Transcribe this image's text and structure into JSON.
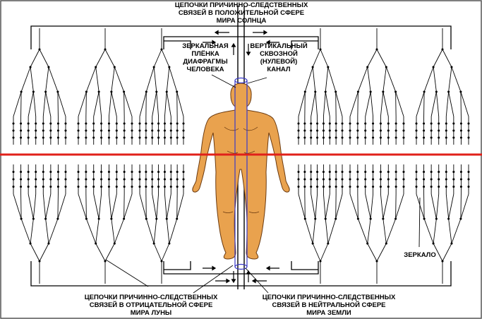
{
  "labels": {
    "sun_sphere": [
      "ЦЕПОЧКИ ПРИЧИННО-СЛЕДСТВЕННЫХ",
      "СВЯЗЕЙ В ПОЛОЖИТЕЛЬНОЙ СФЕРЕ",
      "МИРА СОЛНЦА"
    ],
    "mirror_film": [
      "ЗЕРКАЛЬНАЯ",
      "ПЛЁНКА",
      "ДИАФРАГМЫ",
      "ЧЕЛОВЕКА"
    ],
    "vertical_channel": [
      "ВЕРТИКАЛЬНЫЙ",
      "СКВОЗНОЙ",
      "(НУЛЕВОЙ)",
      "КАНАЛ"
    ],
    "mirror": "ЗЕРКАЛО",
    "moon_sphere": [
      "ЦЕПОЧКИ ПРИЧИННО-СЛЕДСТВЕННЫХ",
      "СВЯЗЕЙ В ОТРИЦАТЕЛЬНОЙ СФЕРЕ",
      "МИРА ЛУНЫ"
    ],
    "earth_sphere": [
      "ЦЕПОЧКИ ПРИЧИННО-СЛЕДСТВЕННЫХ",
      "СВЯЗЕЙ В НЕЙТРАЛЬНОЙ СФЕРЕ",
      "МИРА ЗЕМЛИ"
    ]
  },
  "colors": {
    "mirror_line": "#e0201a",
    "body_fill": "#e9a24e",
    "body_stroke": "#6b3a10",
    "channel": "#3a3ac8",
    "line": "#000000"
  },
  "icons": [
    "human-figure-icon",
    "arrow-up-icon",
    "arrow-down-icon",
    "arrow-left-icon",
    "arrow-right-icon"
  ]
}
